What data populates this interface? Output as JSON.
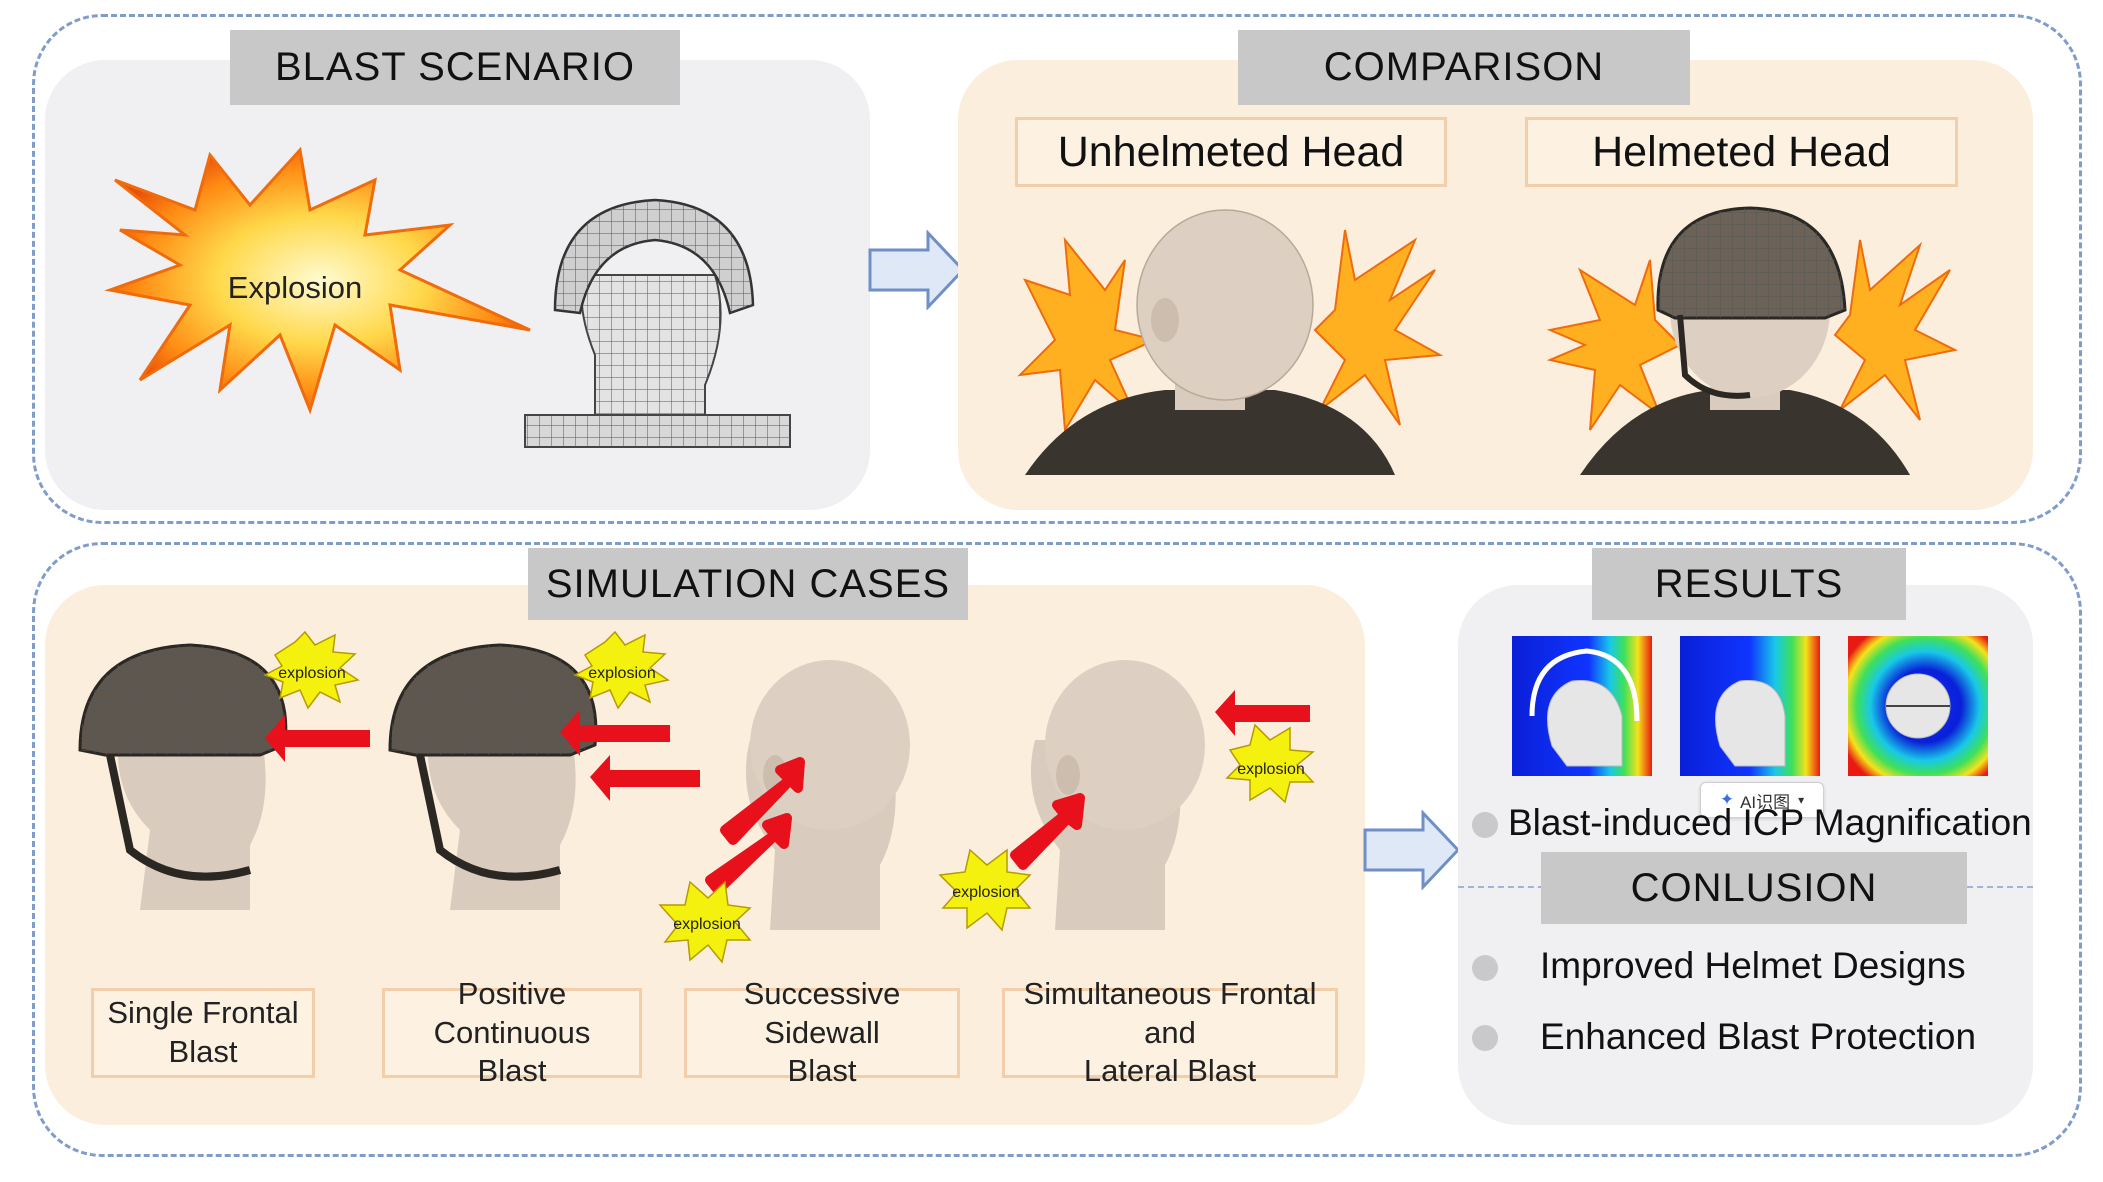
{
  "blast_scenario": {
    "title": "BLAST SCENARIO",
    "explosion_label": "Explosion"
  },
  "comparison": {
    "title": "COMPARISON",
    "unhelmeted": "Unhelmeted Head",
    "helmeted": "Helmeted Head"
  },
  "simulation_cases": {
    "title": "SIMULATION CASES",
    "burst_label": "explosion",
    "cases": [
      {
        "line1": "Single Frontal",
        "line2": "Blast"
      },
      {
        "line1": "Positive",
        "line2": "Continuous Blast"
      },
      {
        "line1": "Successive Sidewall",
        "line2": "Blast"
      },
      {
        "line1": "Simultaneous Frontal and",
        "line2": "Lateral Blast"
      }
    ]
  },
  "results": {
    "title": "RESULTS",
    "finding": "Blast-induced ICP Magnification",
    "overlay_badge": "AI识图"
  },
  "conclusion": {
    "title": "CONLUSION",
    "items": [
      "Improved Helmet Designs",
      "Enhanced Blast Protection"
    ]
  },
  "colors": {
    "dash": "#7f9ccb",
    "panel_gray": "#f0eff1",
    "panel_beige": "#fbeedd",
    "header_gray": "#c9c8c9",
    "arrow_red": "#e8101a",
    "burst_yellow": "#f5f10f",
    "flow_arrow": "#dfe8f7"
  }
}
